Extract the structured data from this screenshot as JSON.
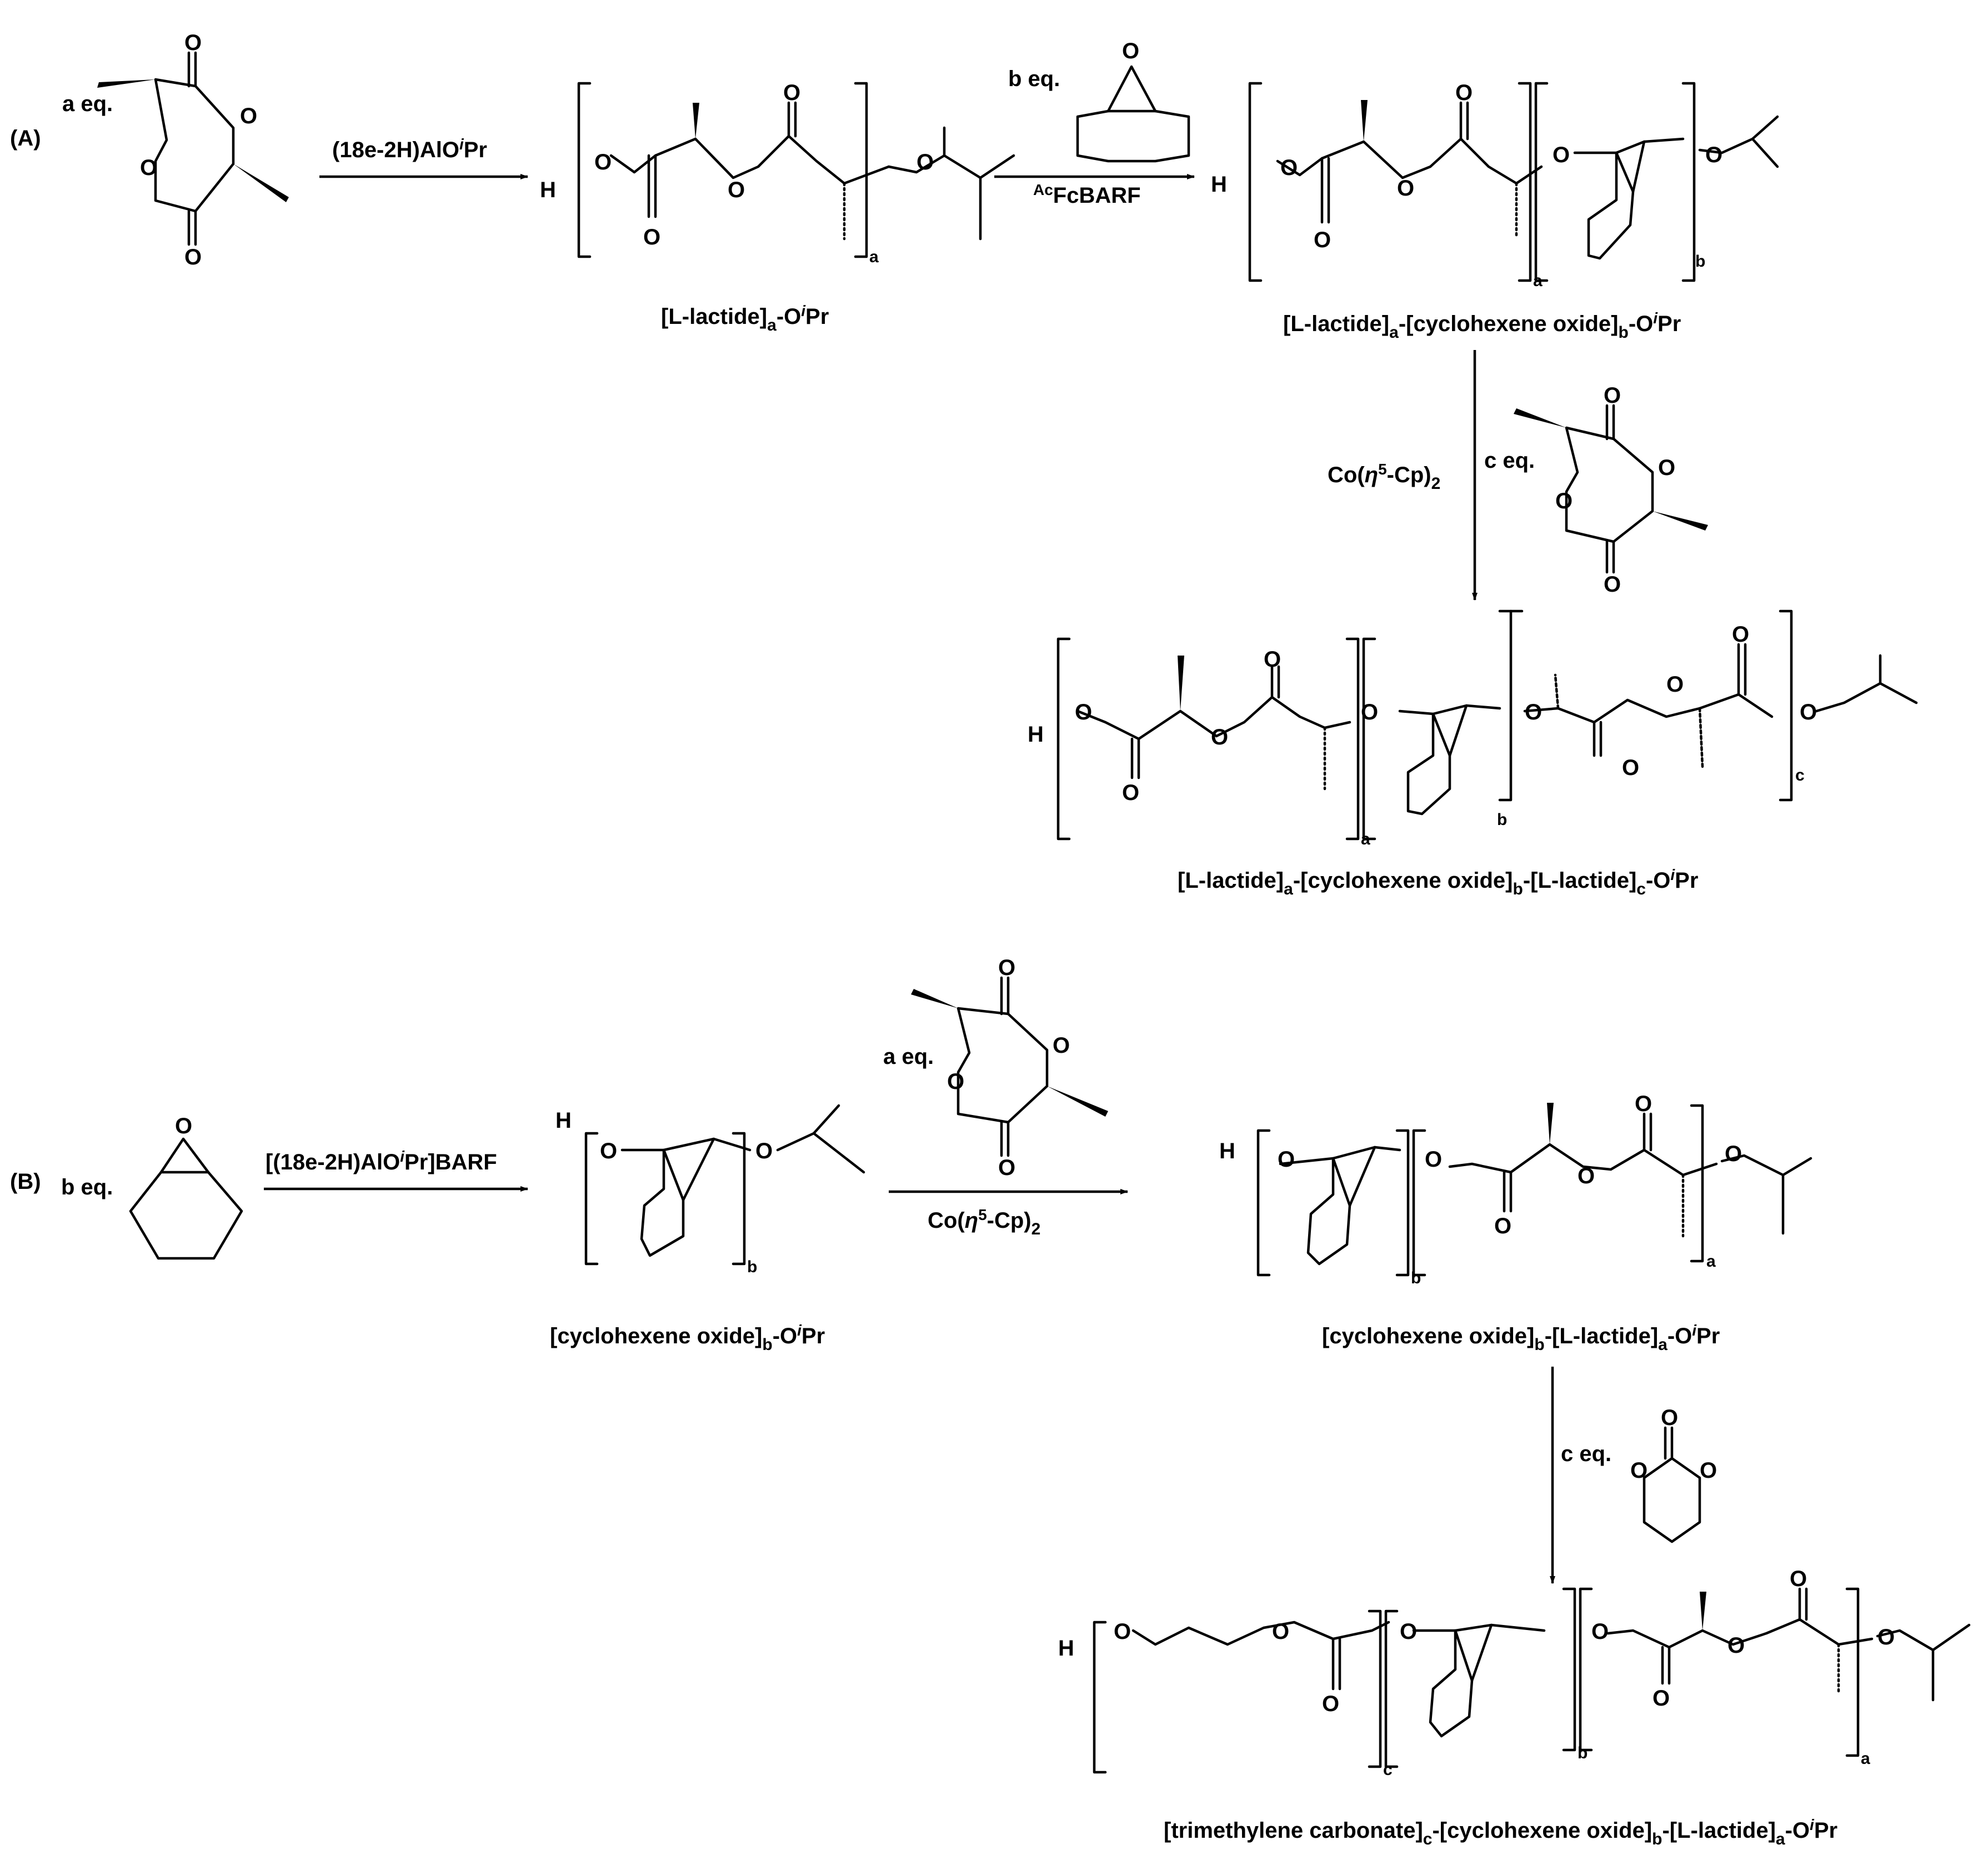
{
  "scheme_a": {
    "label": "(A)",
    "monomer_eq": "a eq.",
    "step1_reagent": "(18e-2H)AlO",
    "step1_reagent_tail": "Pr",
    "step2_eq": "b eq.",
    "step2_reagent": "FcBARF",
    "step2_reagent_sup": "Ac",
    "step3_reagent": "Co(",
    "step3_reagent_tail": "-Cp)",
    "step3_eq": "c eq.",
    "product1": {
      "main": "[L-lactide]",
      "s1": "a",
      "tail": "-O",
      "italic": "i",
      "end": "Pr"
    },
    "product2": {
      "a": "[L-lactide]",
      "s1": "a",
      "b": "-[cyclohexene oxide]",
      "s2": "b",
      "tail": "-O",
      "italic": "i",
      "end": "Pr"
    },
    "product3": {
      "a": "[L-lactide]",
      "s1": "a",
      "b": "-[cyclohexene oxide]",
      "s2": "b",
      "c": "-[L-lactide]",
      "s3": "c",
      "tail": "-O",
      "italic": "i",
      "end": "Pr"
    }
  },
  "scheme_b": {
    "label": "(B)",
    "monomer_eq": "b eq.",
    "step1_reagent": "[(18e-2H)AlO",
    "step1_reagent_tail": "Pr]BARF",
    "step2_eq": "a eq.",
    "step2_reagent": "Co(",
    "step2_reagent_tail": "-Cp)",
    "step3_eq": "c eq.",
    "product1": {
      "main": "[cyclohexene oxide]",
      "s1": "b",
      "tail": "-O",
      "italic": "i",
      "end": "Pr"
    },
    "product2": {
      "a": "[cyclohexene oxide]",
      "s1": "b",
      "b": "-[L-lactide]",
      "s2": "a",
      "tail": "-O",
      "italic": "i",
      "end": "Pr"
    },
    "product3": {
      "a": "[trimethylene carbonate]",
      "s1": "c",
      "b": "-[cyclohexene oxide]",
      "s2": "b",
      "c": "-[L-lactide]",
      "s3": "a",
      "tail": "-O",
      "italic": "i",
      "end": "Pr"
    }
  },
  "glyphs": {
    "O": "O",
    "H": "H",
    "eta": "η",
    "five": "5",
    "two": "2",
    "i": "i",
    "a": "a",
    "b": "b",
    "c": "c"
  }
}
